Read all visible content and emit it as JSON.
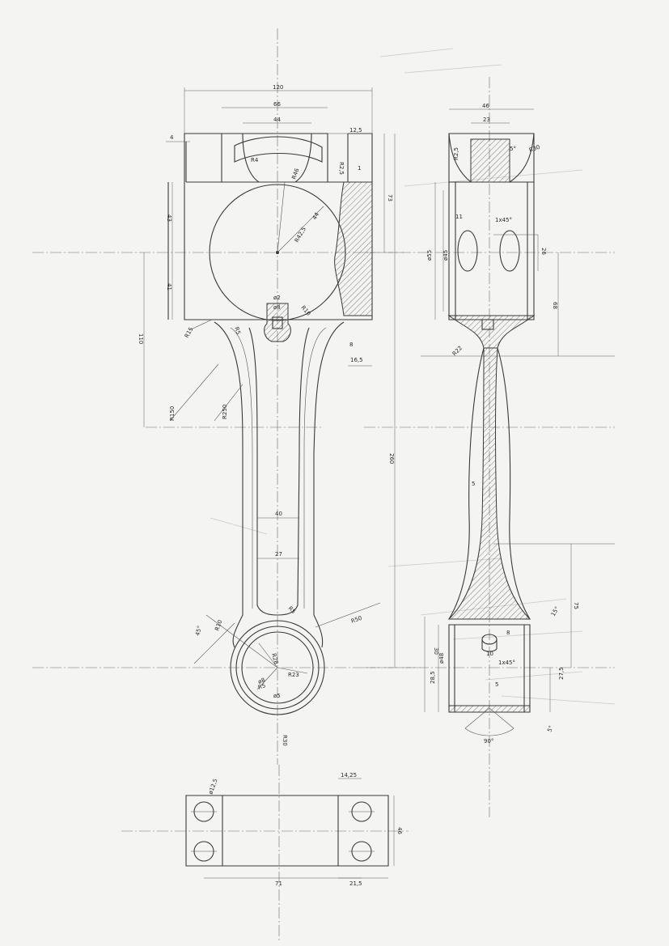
{
  "drawing": {
    "front_view_dims": [
      "120",
      "66",
      "44",
      "12,5",
      "4",
      "R4",
      "R46",
      "R2,5",
      "1",
      "73",
      "43",
      "R42,5",
      "44",
      "ø2",
      "ø8",
      "R15",
      "R5",
      "R10",
      "41",
      "110",
      "R150",
      "R250",
      "16,5",
      "8",
      "260",
      "40",
      "27",
      "R5",
      "R10",
      "R28",
      "R23",
      "R5",
      "45°",
      "R50",
      "ø8",
      "ø5",
      "R30"
    ],
    "side_view_dims": [
      "46",
      "23",
      "R2,5",
      "5°",
      "R30",
      "11",
      "1x45°",
      "ø55",
      "ø45",
      "26",
      "68",
      "R22",
      "5",
      "75",
      "15°",
      "8",
      "10",
      "1x45°",
      "30",
      "ø48",
      "28,5",
      "27,5",
      "5",
      "90°",
      "5°"
    ],
    "cap_view_dims": [
      "ø12,5",
      "14,25",
      "46",
      "71",
      "21,5"
    ]
  }
}
